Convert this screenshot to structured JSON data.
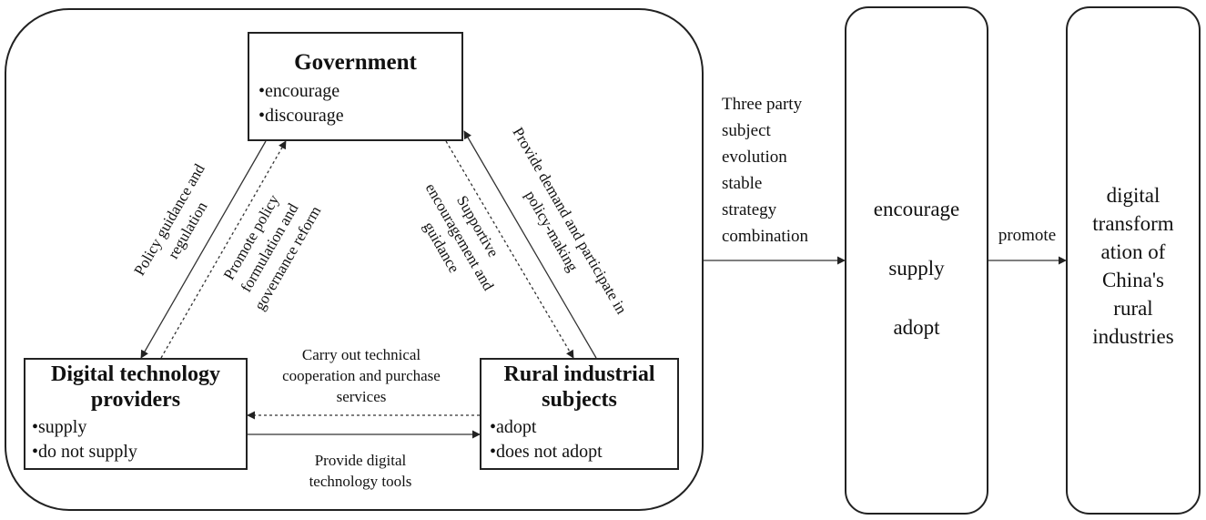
{
  "government": {
    "title": "Government",
    "options": [
      "•encourage",
      "•discourage"
    ]
  },
  "providers": {
    "title_line1": "Digital technology",
    "title_line2": "providers",
    "options": [
      "•supply",
      "•do not supply"
    ]
  },
  "rural": {
    "title_line1": "Rural industrial",
    "title_line2": "subjects",
    "options": [
      "•adopt",
      "•does not adopt"
    ]
  },
  "edges": {
    "policy_guidance": [
      "Policy guidance and",
      "regulation"
    ],
    "promote_policy": [
      "Promote policy",
      "formulation and",
      "governance reform"
    ],
    "supportive": [
      "Supportive",
      "encouragement and",
      "guidance"
    ],
    "provide_demand": [
      "Provide demand and participate in",
      "policy-making"
    ],
    "cooperation": [
      "Carry out technical",
      "cooperation and purchase",
      "services"
    ],
    "digital_tools": [
      "Provide digital",
      "technology tools"
    ]
  },
  "evolution_label": [
    "Three party",
    "subject",
    "evolution",
    "stable",
    "strategy",
    "combination"
  ],
  "strategy_box": [
    "encourage",
    "supply",
    "adopt"
  ],
  "promote_label": "promote",
  "outcome_box": [
    "digital",
    "transform",
    "ation of",
    "China's",
    "rural",
    "industries"
  ]
}
